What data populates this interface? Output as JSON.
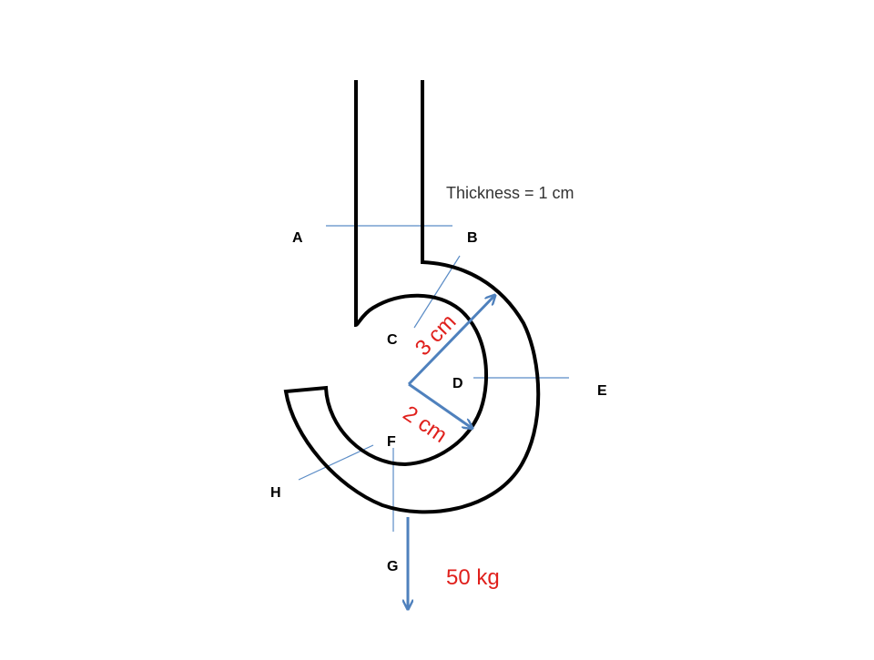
{
  "diagram": {
    "thickness_note": "Thickness = 1 cm",
    "labels": {
      "A": "A",
      "B": "B",
      "C": "C",
      "D": "D",
      "E": "E",
      "F": "F",
      "G": "G",
      "H": "H"
    },
    "outer_radius_label": "3 cm",
    "inner_radius_label": "2 cm",
    "load_label": "50 kg",
    "colors": {
      "outline": "#000000",
      "section_line": "#5b8cc6",
      "arrow": "#4f81bd",
      "dimension_text": "#e0201c",
      "note_text": "#333333",
      "background": "#ffffff"
    }
  }
}
